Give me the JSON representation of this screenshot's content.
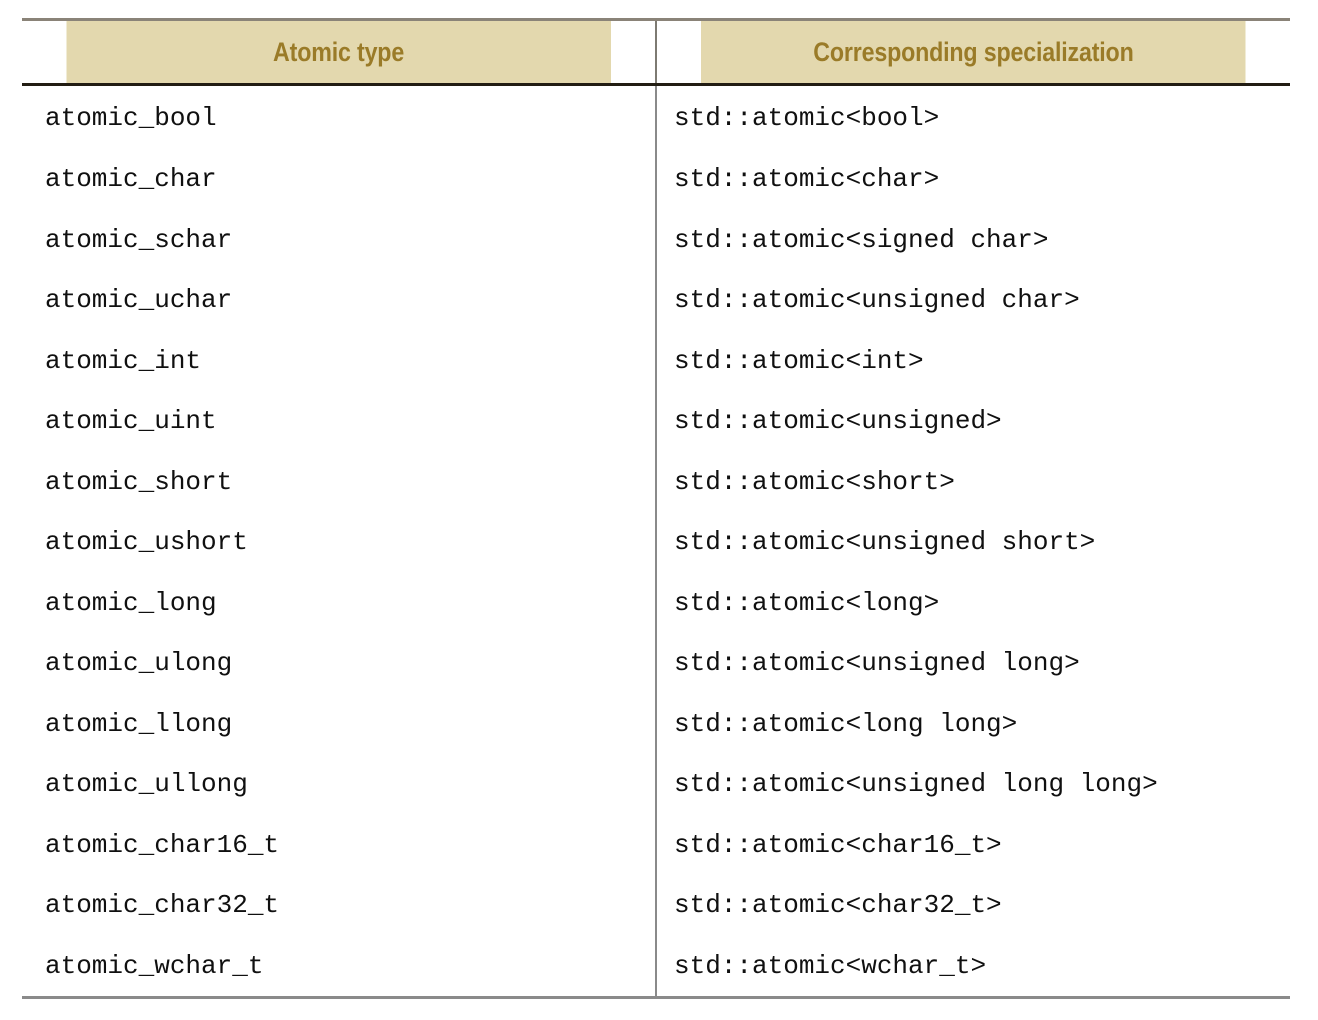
{
  "table": {
    "columns": [
      {
        "key": "atomic_type",
        "label": "Atomic type"
      },
      {
        "key": "specialization",
        "label": "Corresponding specialization"
      }
    ],
    "rows": [
      {
        "atomic_type": "atomic_bool",
        "specialization": "std::atomic<bool>"
      },
      {
        "atomic_type": "atomic_char",
        "specialization": "std::atomic<char>"
      },
      {
        "atomic_type": "atomic_schar",
        "specialization": "std::atomic<signed char>"
      },
      {
        "atomic_type": "atomic_uchar",
        "specialization": "std::atomic<unsigned char>"
      },
      {
        "atomic_type": "atomic_int",
        "specialization": "std::atomic<int>"
      },
      {
        "atomic_type": "atomic_uint",
        "specialization": "std::atomic<unsigned>"
      },
      {
        "atomic_type": "atomic_short",
        "specialization": "std::atomic<short>"
      },
      {
        "atomic_type": "atomic_ushort",
        "specialization": "std::atomic<unsigned short>"
      },
      {
        "atomic_type": "atomic_long",
        "specialization": "std::atomic<long>"
      },
      {
        "atomic_type": "atomic_ulong",
        "specialization": "std::atomic<unsigned long>"
      },
      {
        "atomic_type": "atomic_llong",
        "specialization": "std::atomic<long long>"
      },
      {
        "atomic_type": "atomic_ullong",
        "specialization": "std::atomic<unsigned long long>"
      },
      {
        "atomic_type": "atomic_char16_t",
        "specialization": "std::atomic<char16_t>"
      },
      {
        "atomic_type": "atomic_char32_t",
        "specialization": "std::atomic<char32_t>"
      },
      {
        "atomic_type": "atomic_wchar_t",
        "specialization": "std::atomic<wchar_t>"
      }
    ]
  },
  "colors": {
    "header_background": "#e3d8ae",
    "header_text": "#9a7b28",
    "header_rule_top": "#8a8378",
    "header_rule_bottom": "#221d13",
    "column_divider": "#8a8a8a",
    "bottom_rule": "#8a8a8a",
    "body_text": "#101010",
    "page_background": "#ffffff"
  }
}
